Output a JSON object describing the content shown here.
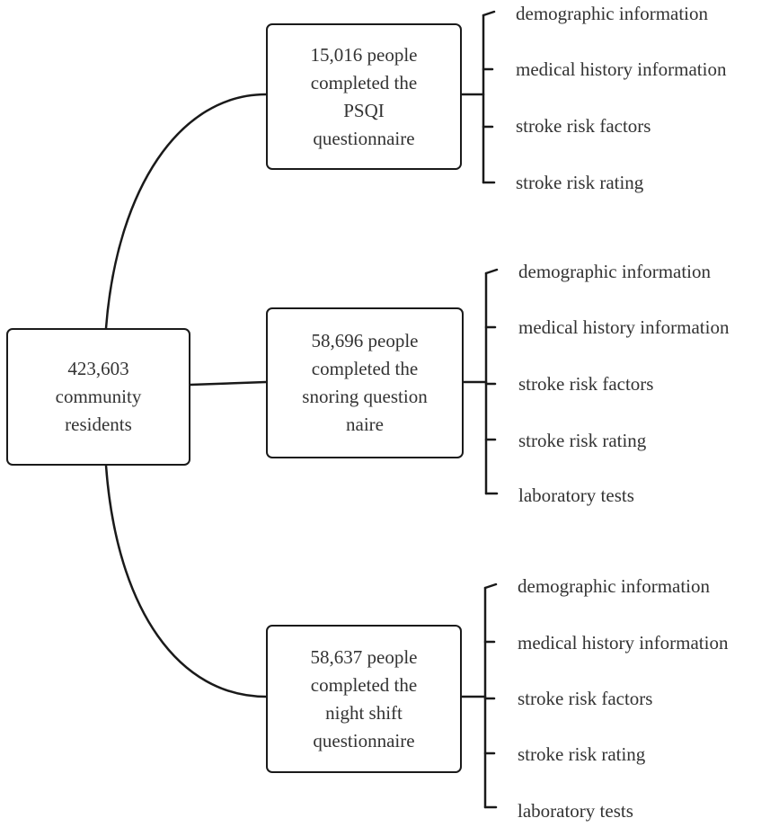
{
  "root": {
    "lines": [
      "423,603",
      "community",
      "residents"
    ]
  },
  "branches": [
    {
      "lines": [
        "15,016 people",
        "completed the",
        "PSQI",
        "questionnaire"
      ],
      "items": [
        "demographic information",
        "medical history information",
        "stroke risk factors",
        "stroke risk rating"
      ]
    },
    {
      "lines": [
        "58,696 people",
        "completed the",
        "snoring question",
        "naire"
      ],
      "items": [
        "demographic information",
        "medical history information",
        "stroke risk factors",
        "stroke risk rating",
        "laboratory tests"
      ]
    },
    {
      "lines": [
        "58,637 people",
        "completed the",
        "night shift",
        "questionnaire"
      ],
      "items": [
        "demographic information",
        "medical history information",
        "stroke risk factors",
        "stroke risk rating",
        "laboratory tests"
      ]
    }
  ]
}
